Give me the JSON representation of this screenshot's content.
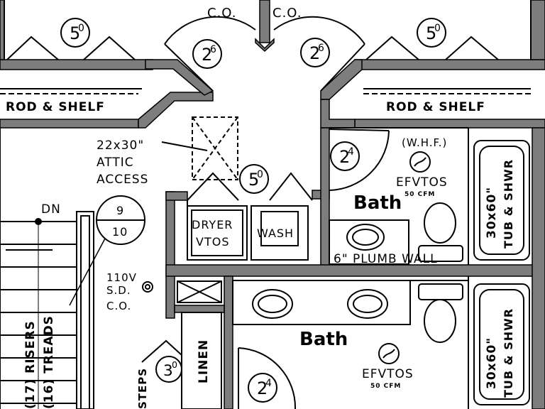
{
  "plan": {
    "labels": {
      "co_left": "C.O.",
      "co_right": "C.O.",
      "rod_shelf_left": "ROD & SHELF",
      "rod_shelf_right": "ROD & SHELF",
      "attic_size": "22x30\"",
      "attic_word": "ATTIC",
      "attic_access": "ACCESS",
      "whf": "(W.H.F.)",
      "bath_upper": "Bath",
      "bath_lower": "Bath",
      "efvtos_upper": "EFVTOS",
      "efvtos_lower": "EFVTOS",
      "cfm_upper": "50 CFM",
      "cfm_lower": "50 CFM",
      "tub_upper_size": "30x60\"",
      "tub_upper_type": "TUB & SHWR",
      "tub_lower_size": "30x60\"",
      "tub_lower_type": "TUB & SHWR",
      "dryer": "DRYER",
      "dryer_vent": "VTOS",
      "wash": "WASH",
      "plumb_wall": "6\" PLUMB WALL",
      "dn": "DN",
      "rise_top": "9",
      "rise_bottom": "10",
      "sd_volt": "110V",
      "sd_label": "S.D.",
      "sd_co": "C.O.",
      "risers": "(17) RISERS",
      "treads": "(16) TREADS",
      "linen": "LINEN",
      "steps": "STEPS"
    },
    "door_tags": [
      {
        "id": "bed-left",
        "label": "5",
        "sup": "0"
      },
      {
        "id": "bed-right",
        "label": "5",
        "sup": "0"
      },
      {
        "id": "hall-left",
        "label": "2",
        "sup": "6"
      },
      {
        "id": "hall-right",
        "label": "2",
        "sup": "6"
      },
      {
        "id": "bath-upper",
        "label": "2",
        "sup": "4"
      },
      {
        "id": "laundry",
        "label": "5",
        "sup": "0"
      },
      {
        "id": "bath-lower",
        "label": "2",
        "sup": "4"
      },
      {
        "id": "linen",
        "label": "3",
        "sup": "0"
      }
    ]
  }
}
